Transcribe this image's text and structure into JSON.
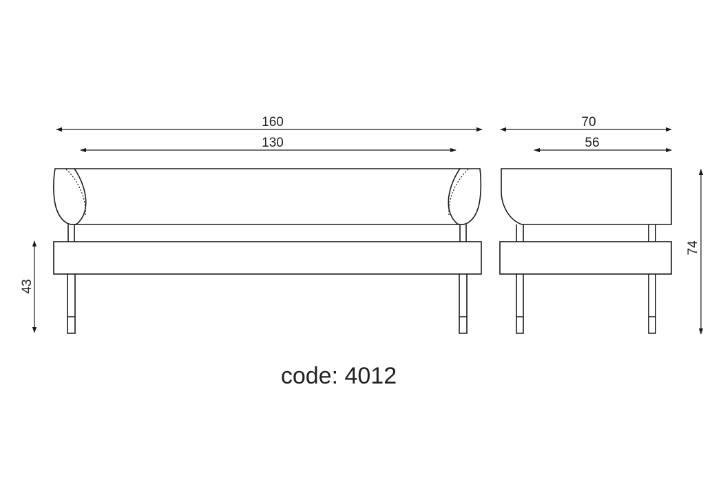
{
  "dimensions": {
    "front_total_width": "160",
    "front_back_width": "130",
    "side_total_depth": "70",
    "side_seat_depth": "56",
    "seat_height": "43",
    "total_height": "74"
  },
  "product": {
    "code_label": "code: 4012"
  }
}
